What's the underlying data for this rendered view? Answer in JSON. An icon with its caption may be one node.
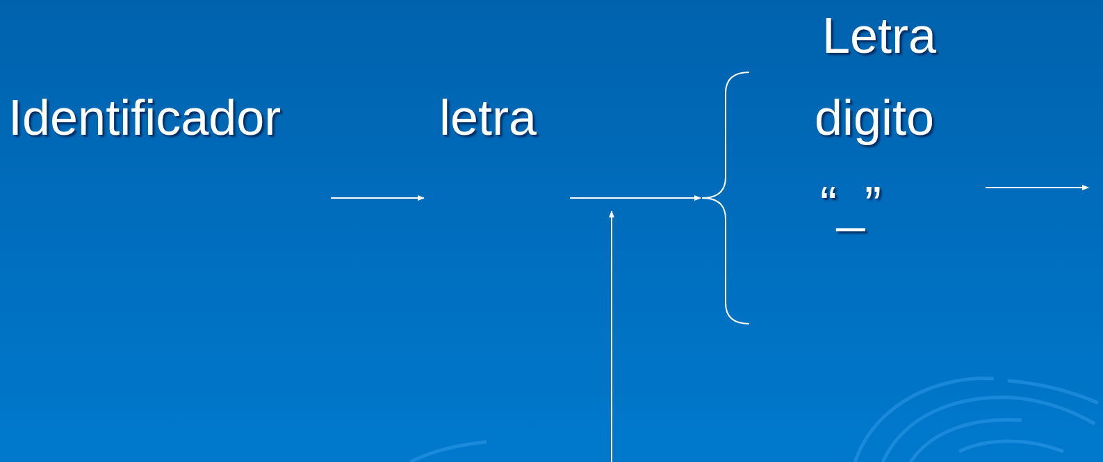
{
  "diagram": {
    "nodes": [
      {
        "text": [
          "Identificador"
        ]
      },
      {
        "text": [
          "letra"
        ]
      },
      {
        "text": [],
        "shape": "bracket"
      }
    ],
    "edges": [
      {
        "from": null,
        "to": 2,
        "arrow": "to"
      }
    ],
    "labels": [
      "Letra",
      "digito",
      "“_”"
    ]
  }
}
